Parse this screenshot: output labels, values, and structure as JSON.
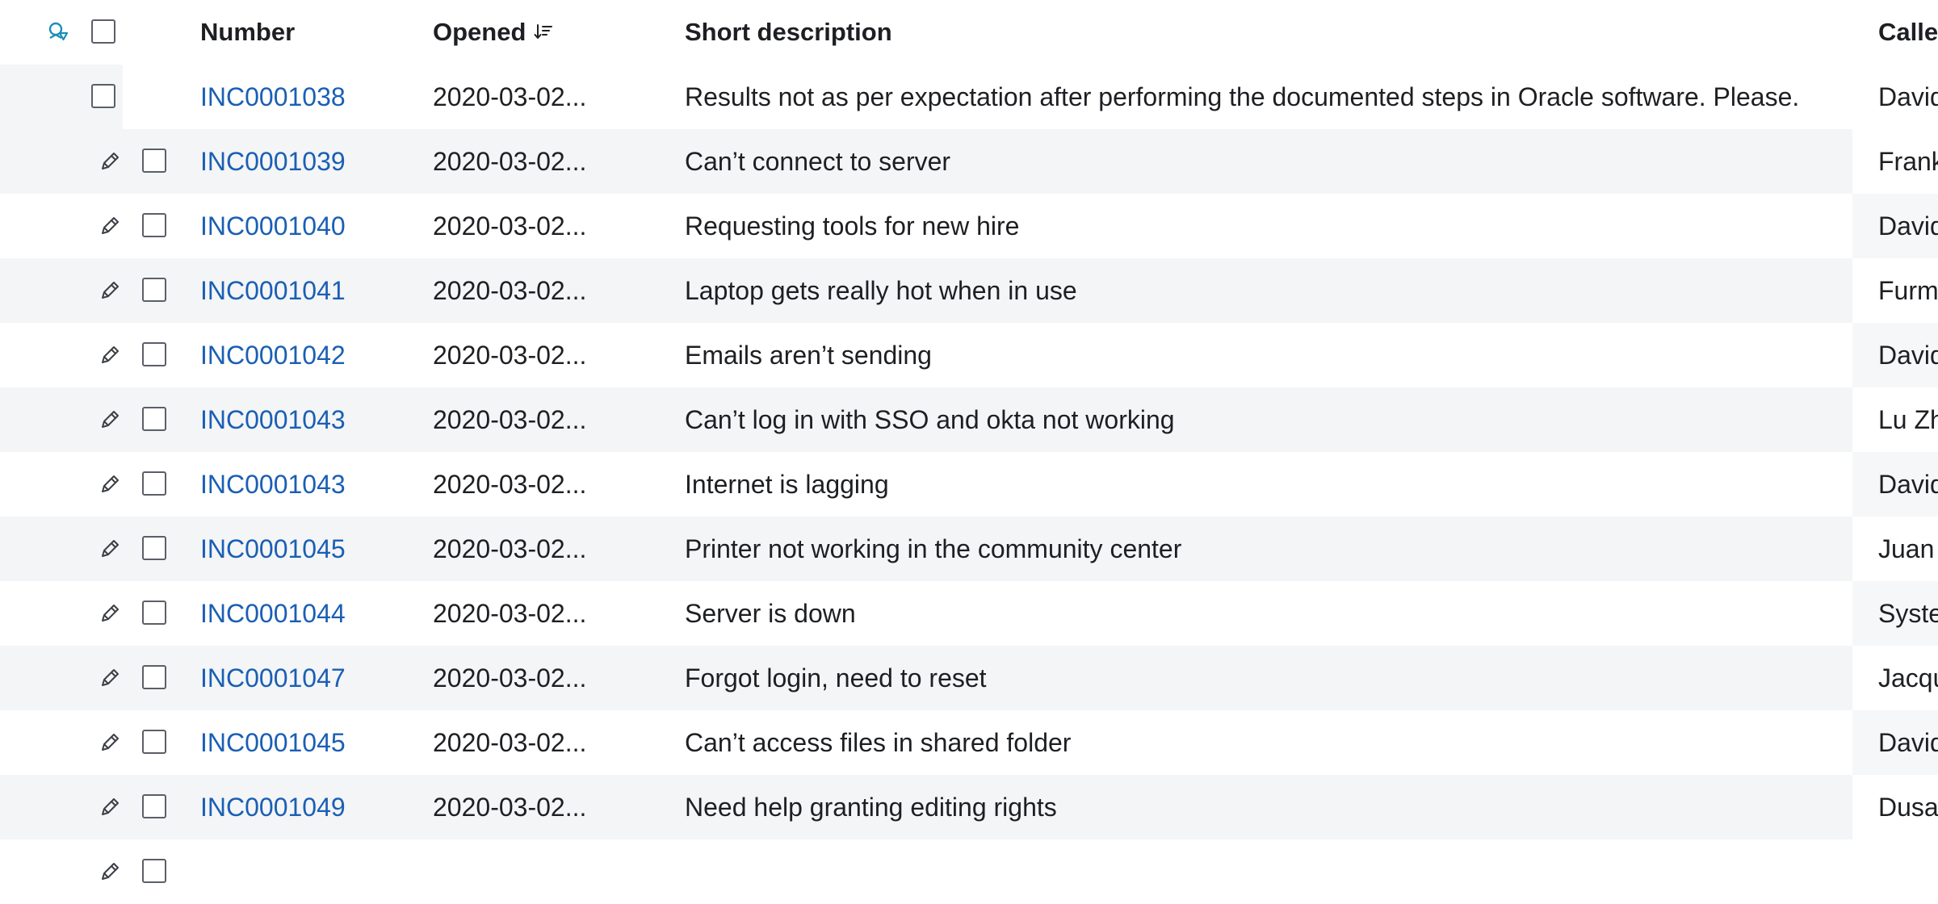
{
  "header": {
    "number": "Number",
    "opened": "Opened",
    "short_description": "Short description",
    "caller": "Caller"
  },
  "icons": {
    "personalize": "personalize-list-icon",
    "sort": "sort-descending-icon",
    "edit": "pencil-icon"
  },
  "colors": {
    "link": "#1a5fb4",
    "row_alt": "#f4f5f7",
    "accent": "#1b8fb5"
  },
  "rows": [
    {
      "number": "INC0001038",
      "opened": "2020-03-02...",
      "short_description": "Results not as per expectation after performing the documented steps in Oracle software. Please...",
      "caller": "David"
    },
    {
      "number": "INC0001039",
      "opened": "2020-03-02...",
      "short_description": "Can’t connect to server",
      "caller": "Frank"
    },
    {
      "number": "INC0001040",
      "opened": "2020-03-02...",
      "short_description": "Requesting tools for new hire",
      "caller": "David"
    },
    {
      "number": "INC0001041",
      "opened": "2020-03-02...",
      "short_description": "Laptop gets really hot when in use",
      "caller": "Furm"
    },
    {
      "number": "INC0001042",
      "opened": "2020-03-02...",
      "short_description": "Emails aren’t sending",
      "caller": "David"
    },
    {
      "number": "INC0001043",
      "opened": "2020-03-02...",
      "short_description": "Can’t log in with SSO and okta not working",
      "caller": "Lu Zh"
    },
    {
      "number": "INC0001043",
      "opened": "2020-03-02...",
      "short_description": "Internet is lagging",
      "caller": "David"
    },
    {
      "number": "INC0001045",
      "opened": "2020-03-02...",
      "short_description": "Printer not working in the community center",
      "caller": "Juan"
    },
    {
      "number": "INC0001044",
      "opened": "2020-03-02...",
      "short_description": "Server is down",
      "caller": "Syste"
    },
    {
      "number": "INC0001047",
      "opened": "2020-03-02...",
      "short_description": "Forgot login, need to reset",
      "caller": "Jacqu"
    },
    {
      "number": "INC0001045",
      "opened": "2020-03-02...",
      "short_description": "Can’t access files in shared folder",
      "caller": "David"
    },
    {
      "number": "INC0001049",
      "opened": "2020-03-02...",
      "short_description": "Need help granting editing rights",
      "caller": "Dusa"
    }
  ]
}
